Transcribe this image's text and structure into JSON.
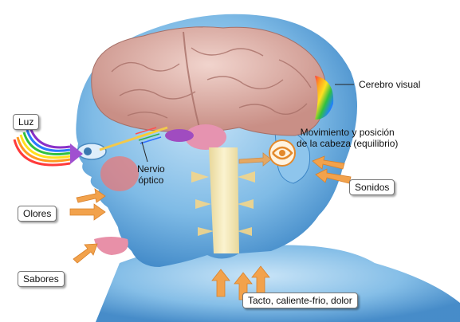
{
  "labels": {
    "luz": "Luz",
    "olores": "Olores",
    "sabores": "Sabores",
    "nervio_line1": "Nervio",
    "nervio_line2": "óptico",
    "cerebro": "Cerebro visual",
    "movimiento_line1": "Movimiento y posición",
    "movimiento_line2": "de la cabeza (equilibrio)",
    "sonidos": "Sonidos",
    "tacto": "Tacto, caliente-frio, dolor"
  },
  "colors": {
    "head": "#6aaee0",
    "brain": "#dcb0a8",
    "arrow": "#f2a24c",
    "spine": "#f3e7b0"
  }
}
